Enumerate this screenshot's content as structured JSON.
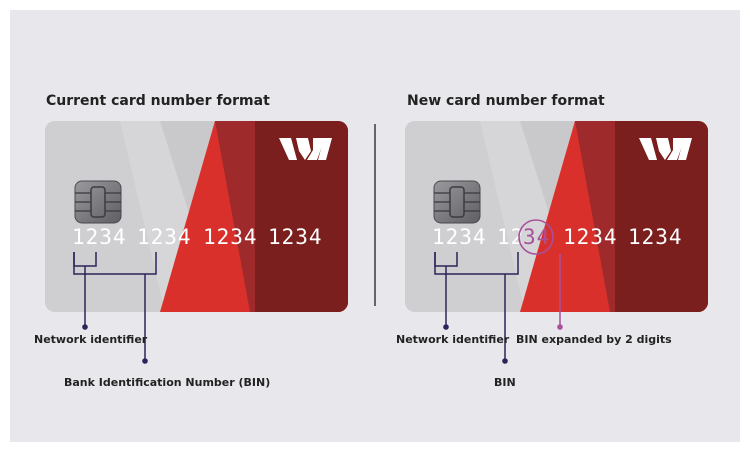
{
  "current": {
    "heading": "Current card number format",
    "groups": [
      "1234",
      "1234",
      "1234",
      "1234"
    ],
    "labels": {
      "network": "Network identifier",
      "bin": "Bank Identification Number (BIN)"
    }
  },
  "new": {
    "heading": "New card number format",
    "group1": "1234",
    "group2_prefix": "12",
    "group2_highlight": "34",
    "group3": "1234",
    "group4": "1234",
    "labels": {
      "network": "Network identifier",
      "bin": "BIN",
      "expanded": "BIN expanded by 2 digits"
    }
  },
  "colors": {
    "panel": "#e8e8ec",
    "card_silver": "#c9c9cc",
    "card_red_bright": "#d9302c",
    "card_red_mid": "#9e2a2b",
    "card_red_dark": "#7a1f1e",
    "annotation_navy": "#2b2559",
    "annotation_magenta": "#a8509b"
  },
  "icons": [
    "chip-icon",
    "bank-logo-icon"
  ]
}
